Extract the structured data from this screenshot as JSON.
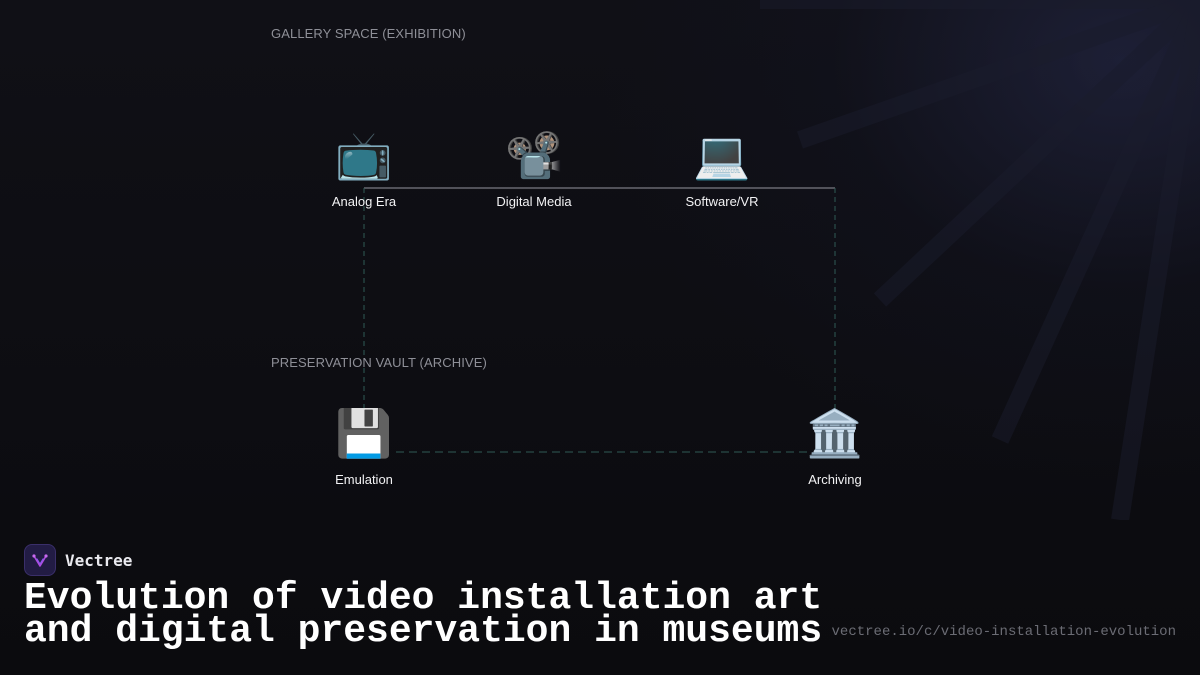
{
  "diagram": {
    "sections": [
      {
        "label": "GALLERY SPACE (EXHIBITION)"
      },
      {
        "label": "PRESERVATION VAULT (ARCHIVE)"
      }
    ],
    "nodes": [
      {
        "label": "Analog Era",
        "icon": "📺",
        "icon_name": "television-icon"
      },
      {
        "label": "Digital Media",
        "icon": "📽️",
        "icon_name": "film-projector-icon"
      },
      {
        "label": "Software/VR",
        "icon": "💻",
        "icon_name": "laptop-icon"
      },
      {
        "label": "Emulation",
        "icon": "💾",
        "icon_name": "floppy-disk-icon"
      },
      {
        "label": "Archiving",
        "icon": "🏛️",
        "icon_name": "classical-building-icon"
      }
    ],
    "connections": [
      {
        "from": "Analog Era",
        "to": "Software/VR",
        "style": "solid"
      },
      {
        "from": "Analog Era",
        "to": "Emulation",
        "style": "dashed"
      },
      {
        "from": "Software/VR",
        "to": "Archiving",
        "style": "dashed"
      },
      {
        "from": "Emulation",
        "to": "Archiving",
        "style": "dashed"
      }
    ],
    "colors": {
      "solid_line": "#7a7a82",
      "dashed_line": "#2f5a55",
      "background": "#0d0d11"
    }
  },
  "brand": {
    "name": "Vectree",
    "logo_icon": "vectree-logo-icon",
    "accent": "#b04adf"
  },
  "title": {
    "line1": "Evolution of video installation art",
    "line2": "and digital preservation in museums"
  },
  "footer": {
    "url": "vectree.io/c/video-installation-evolution"
  }
}
